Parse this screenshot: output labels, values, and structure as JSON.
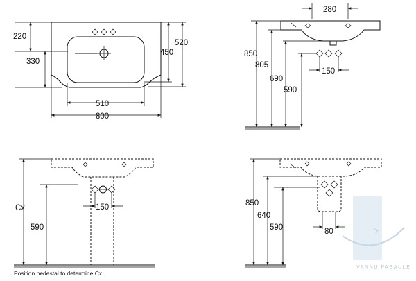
{
  "top_view": {
    "dims": {
      "a": "220",
      "b": "330",
      "c": "450",
      "d": "520",
      "e": "510",
      "f": "800"
    }
  },
  "side_view": {
    "dims": {
      "a": "280",
      "b": "850",
      "c": "805",
      "d": "690",
      "e": "590",
      "f": "150"
    }
  },
  "front_pedestal": {
    "dims": {
      "a": "Cx",
      "b": "590",
      "c": "150"
    },
    "caption": "Position pedestal to determine Cx"
  },
  "side_pedestal": {
    "dims": {
      "a": "850",
      "b": "640",
      "c": "590",
      "d": "80"
    }
  },
  "watermark": {
    "text": "VANNU PASAULE",
    "color": "#c7d6e4"
  }
}
